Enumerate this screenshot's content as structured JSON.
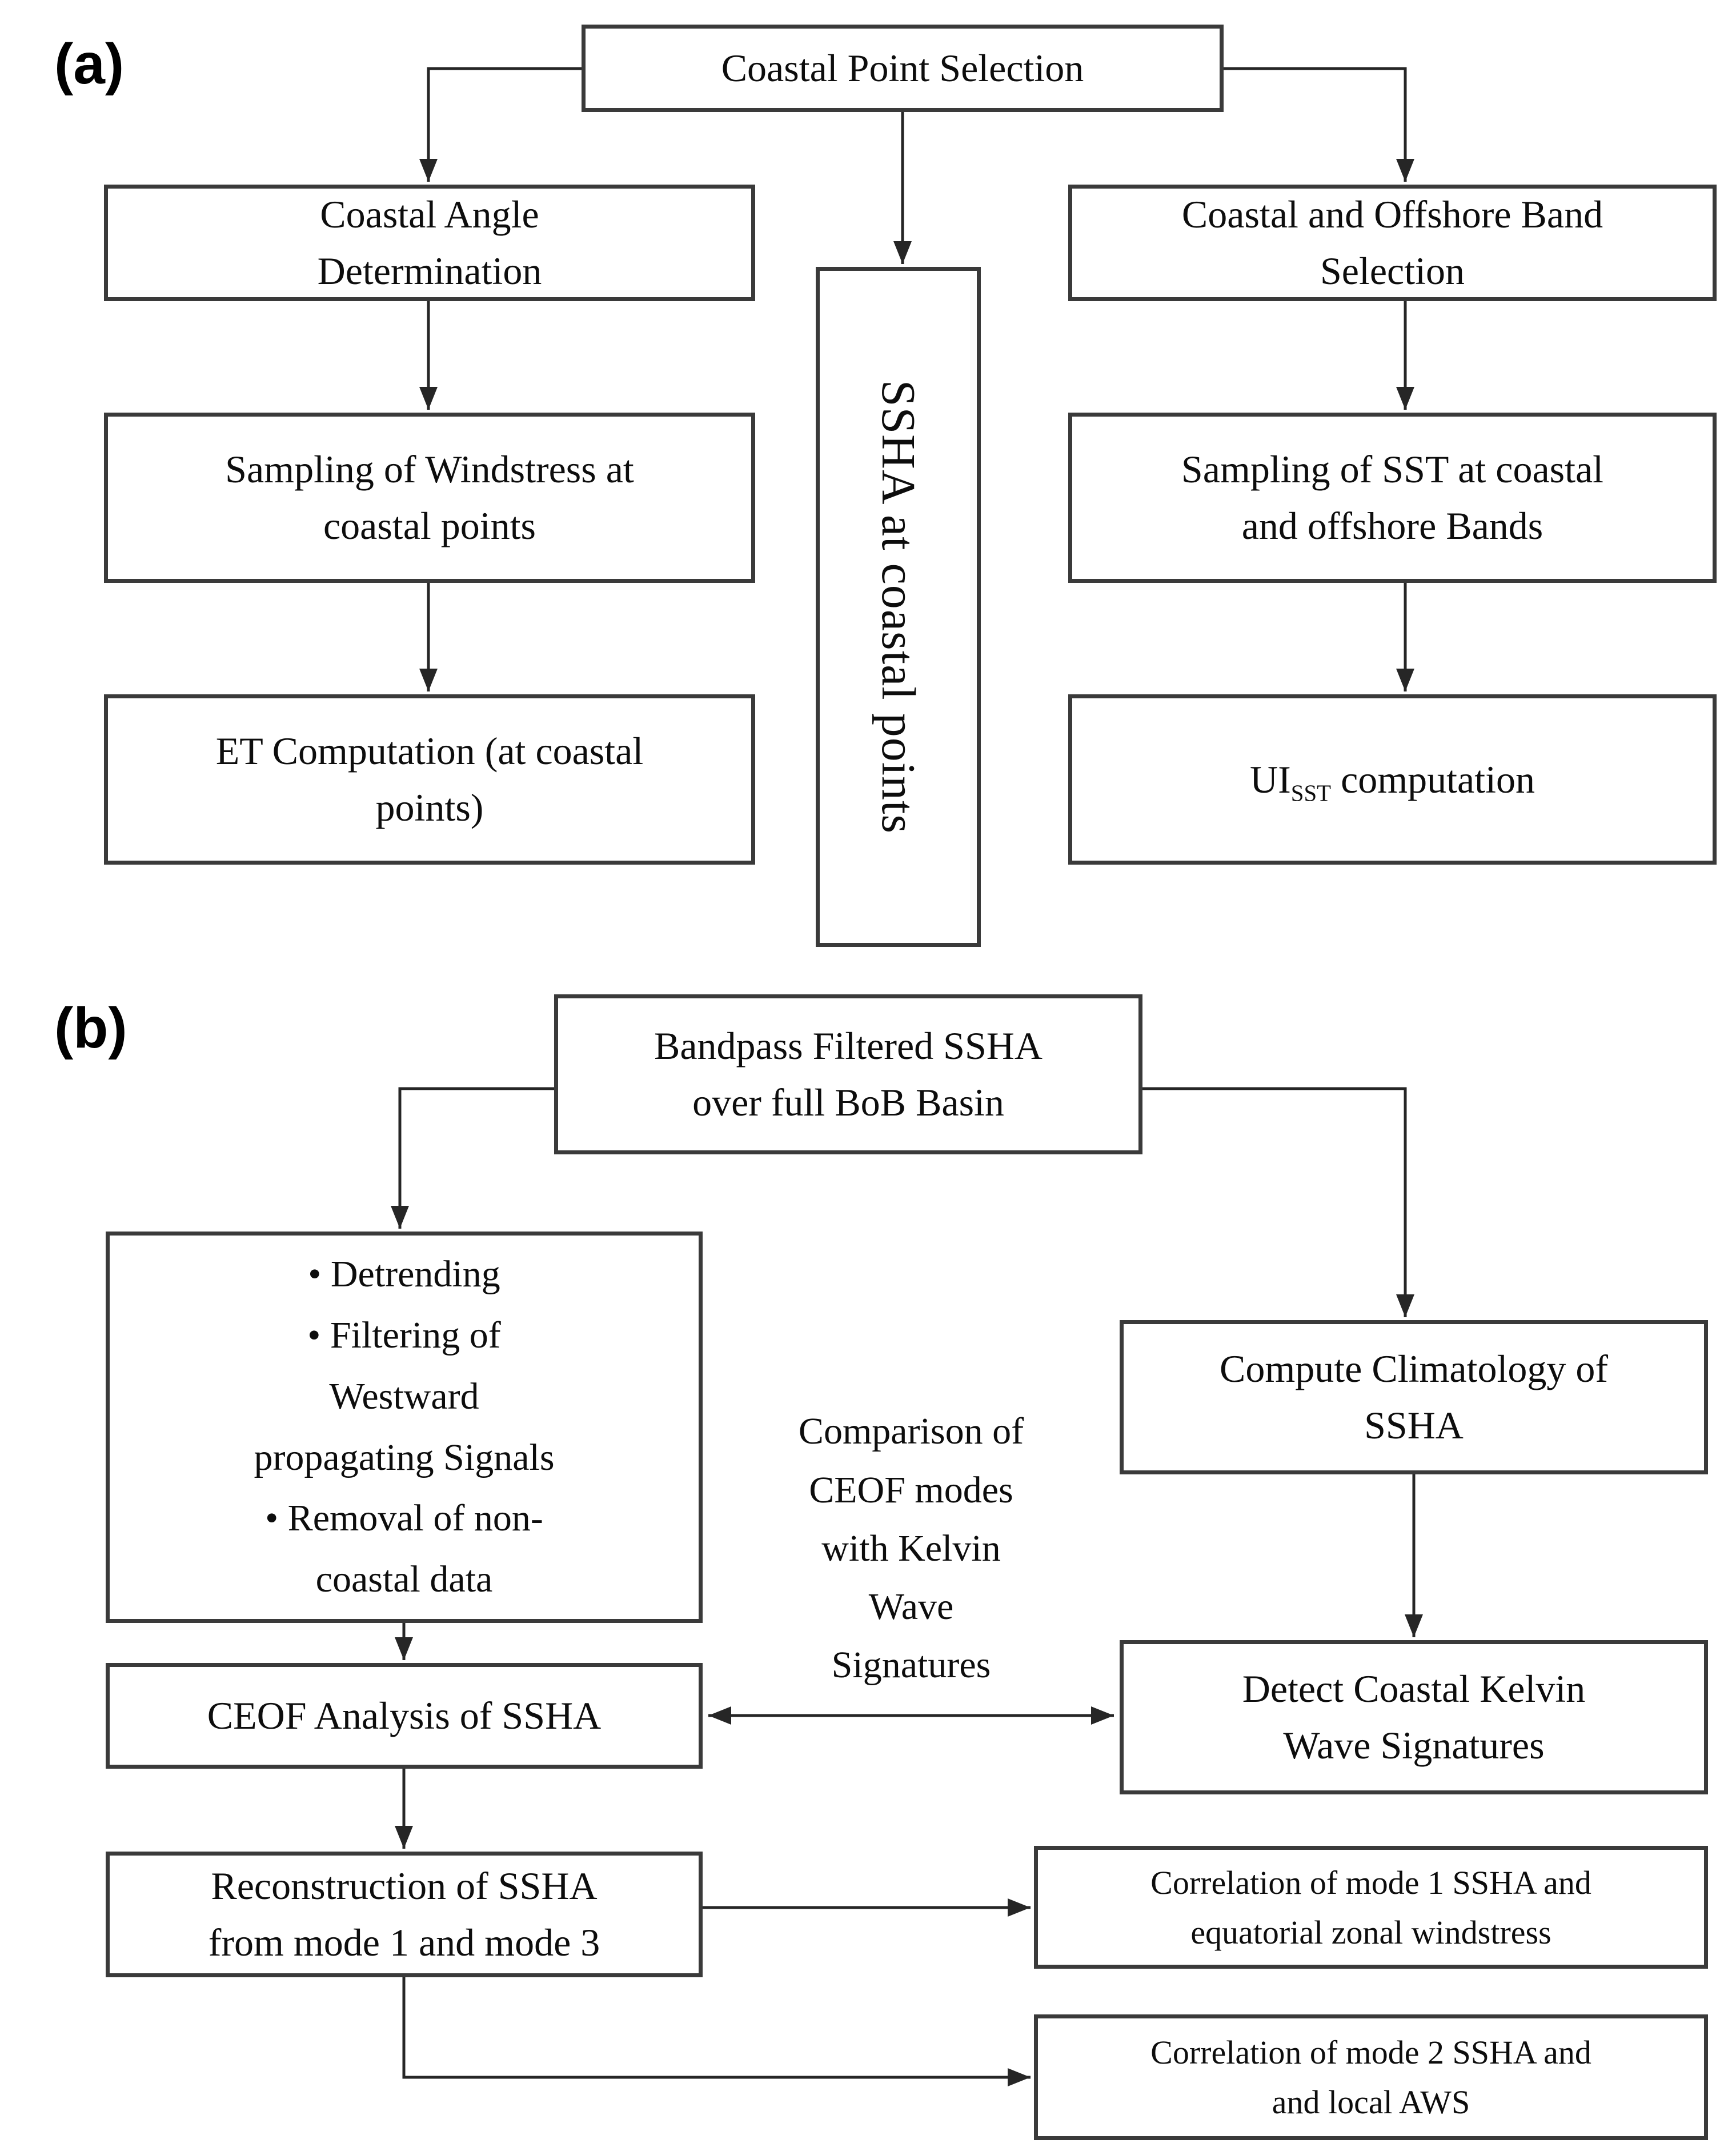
{
  "figure": {
    "colors": {
      "ink": "#0d0d0d",
      "box_border": "#3a3a3a",
      "line": "#262626",
      "background": "#ffffff"
    },
    "panel_a": {
      "label": "(a)",
      "nodes": {
        "coastal_point_selection": "Coastal Point Selection",
        "coastal_angle_determination": "Coastal Angle\nDetermination",
        "sampling_windstress": "Sampling of Windstress at\ncoastal points",
        "et_computation": "ET Computation (at coastal\npoints)",
        "ssha_at_coastal_points": "SSHA at coastal points",
        "coastal_offshore_band_selection": "Coastal and Offshore Band\nSelection",
        "sampling_sst": "Sampling of SST at coastal\nand offshore Bands",
        "uisst": {
          "prefix": "UI",
          "subscript": "SST",
          "suffix": " computation"
        }
      },
      "edges": [
        {
          "from": "coastal_point_selection",
          "to": "coastal_angle_determination"
        },
        {
          "from": "coastal_point_selection",
          "to": "ssha_at_coastal_points"
        },
        {
          "from": "coastal_point_selection",
          "to": "coastal_offshore_band_selection"
        },
        {
          "from": "coastal_angle_determination",
          "to": "sampling_windstress"
        },
        {
          "from": "sampling_windstress",
          "to": "et_computation"
        },
        {
          "from": "coastal_offshore_band_selection",
          "to": "sampling_sst"
        },
        {
          "from": "sampling_sst",
          "to": "uisst"
        }
      ]
    },
    "panel_b": {
      "label": "(b)",
      "nodes": {
        "bandpass_filtered_ssha": "Bandpass Filtered SSHA\nover full BoB Basin",
        "preprocessing_steps": "•   Detrending\n•   Filtering of\nWestward\npropagating Signals\n•   Removal of non-\ncoastal data",
        "ceof_analysis": "CEOF Analysis  of SSHA",
        "reconstruction": "Reconstruction of SSHA\nfrom mode 1 and mode 3",
        "comparison_note": "Comparison of\nCEOF modes\nwith Kelvin\nWave\nSignatures",
        "compute_climatology": "Compute Climatology of\nSSHA",
        "detect_kelvin": "Detect Coastal Kelvin\nWave Signatures",
        "correlation_mode1": "Correlation of mode 1 SSHA and\nequatorial zonal windstress",
        "correlation_mode2": "Correlation of mode 2 SSHA and\nand local AWS"
      },
      "edges": [
        {
          "from": "bandpass_filtered_ssha",
          "to": "preprocessing_steps"
        },
        {
          "from": "bandpass_filtered_ssha",
          "to": "compute_climatology"
        },
        {
          "from": "preprocessing_steps",
          "to": "ceof_analysis"
        },
        {
          "from": "ceof_analysis",
          "to": "reconstruction"
        },
        {
          "from": "compute_climatology",
          "to": "detect_kelvin"
        },
        {
          "from": "ceof_analysis",
          "to": "detect_kelvin",
          "bidirectional": true,
          "label": "comparison_note"
        },
        {
          "from": "reconstruction",
          "to": "correlation_mode1"
        },
        {
          "from": "reconstruction",
          "to": "correlation_mode2"
        }
      ]
    }
  }
}
